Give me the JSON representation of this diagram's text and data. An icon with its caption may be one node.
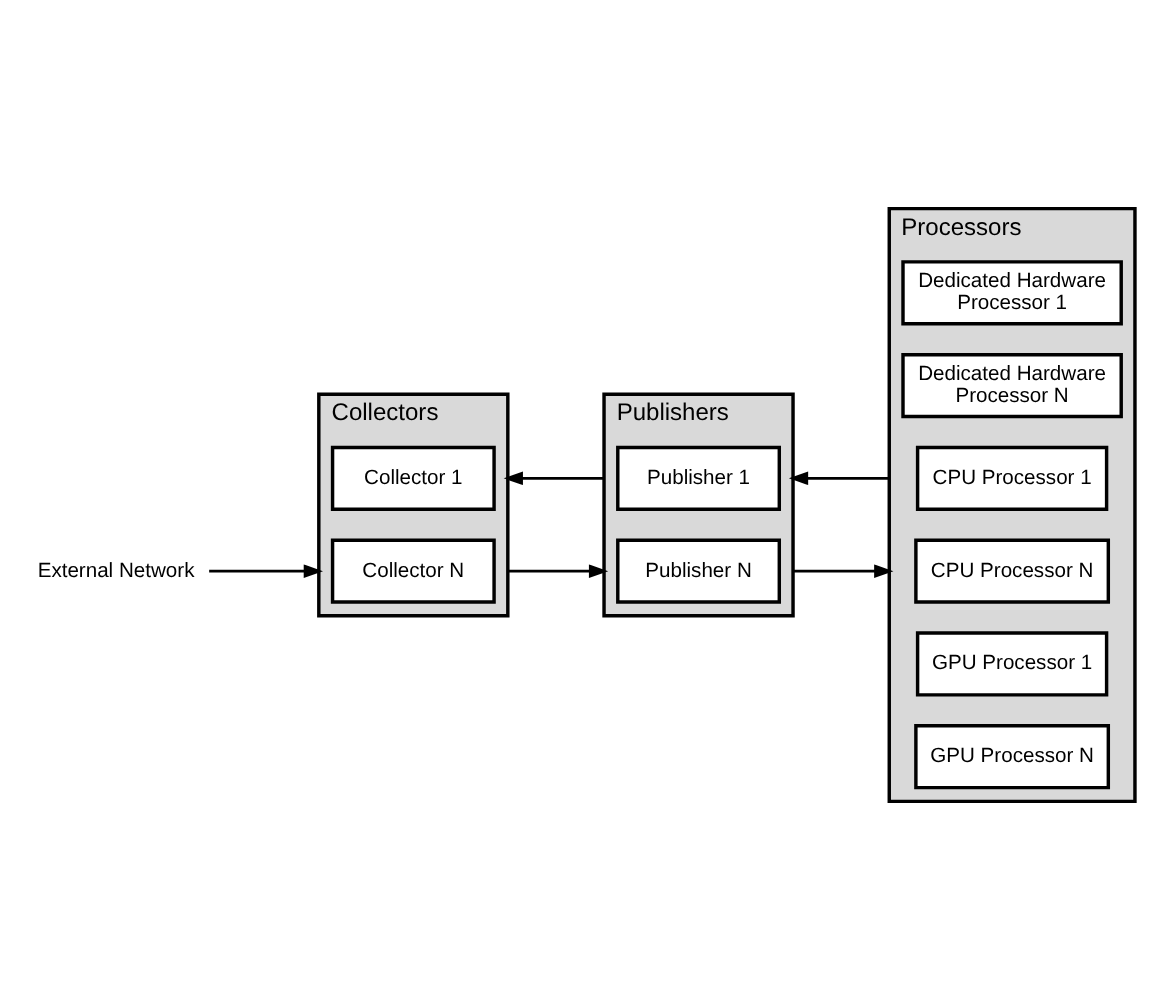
{
  "diagram": {
    "nodes": [
      {
        "text": [
          "External Network"
        ]
      },
      {
        "text": [
          "Collectors"
        ]
      },
      {
        "text": [
          "Collector 1"
        ],
        "in": 1
      },
      {
        "text": [
          "Collector N"
        ],
        "in": 1
      },
      {
        "text": [
          "Publishers"
        ]
      },
      {
        "text": [
          "Publisher 1"
        ],
        "in": 4
      },
      {
        "text": [
          "Publisher N"
        ],
        "in": 4
      },
      {
        "text": [
          "Processors"
        ]
      },
      {
        "text": [
          "Dedicated Hardware Processor 1"
        ],
        "in": 7
      },
      {
        "text": [
          "Dedicated Hardware Processor N"
        ],
        "in": 7
      },
      {
        "text": [
          "CPU Processor 1"
        ],
        "in": 7
      },
      {
        "text": [
          "CPU Processor N"
        ],
        "in": 7
      },
      {
        "text": [
          "GPU Processor 1"
        ],
        "in": 7
      },
      {
        "text": [
          "GPU Processor N"
        ],
        "in": 7
      }
    ],
    "edges": [
      {
        "from": 0,
        "to": 1,
        "arrow": "to"
      },
      {
        "from": 1,
        "to": 4,
        "arrow": "to"
      },
      {
        "from": 4,
        "to": 1,
        "arrow": "to"
      },
      {
        "from": 4,
        "to": 7,
        "arrow": "to"
      },
      {
        "from": 7,
        "to": 4,
        "arrow": "to"
      }
    ]
  }
}
